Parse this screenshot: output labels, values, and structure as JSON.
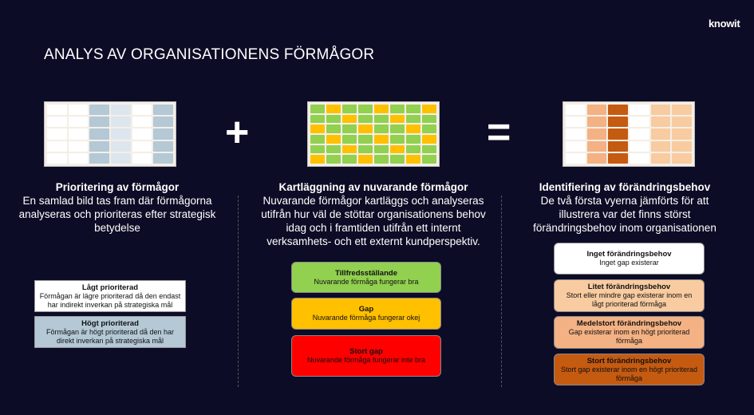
{
  "logo": "knowit",
  "title": "ANALYS AV ORGANISATIONENS FÖRMÅGOR",
  "operators": {
    "plus": "+",
    "equals": "="
  },
  "columns": [
    {
      "heading": "Prioritering av förmågor",
      "body": "En samlad bild tas fram där förmågorna analyseras och prioriteras efter strategisk betydelse",
      "legend": [
        {
          "title": "Lågt prioriterad",
          "text": "Förmågan är lägre prioriterad då den endast har indirekt inverkan på strategiska mål",
          "color": "#ffffff"
        },
        {
          "title": "Högt prioriterad",
          "text": "Förmågan är högt prioriterad då den har direkt inverkan på strategiska mål",
          "color": "#b4c8d6"
        }
      ]
    },
    {
      "heading": "Kartläggning av nuvarande förmågor",
      "body": "Nuvarande förmågor kartläggs och analyseras utifrån hur väl de stöttar organisationens behov idag och i framtiden utifrån ett internt verksamhets- och ett externt kundperspektiv.",
      "legend": [
        {
          "title": "Tillfredsställande",
          "text": "Nuvarande förmåga fungerar bra",
          "color": "#92d050"
        },
        {
          "title": "Gap",
          "text": "Nuvarande förmåga fungerar okej",
          "color": "#ffc000"
        },
        {
          "title": "Stort gap",
          "text": "Nuvarande förmåga fungerar inte bra",
          "color": "#ff0000"
        }
      ]
    },
    {
      "heading": "Identifiering av förändringsbehov",
      "body": "De två första vyerna jämförts för att illustrera var det finns störst förändringsbehov inom organisationen",
      "legend": [
        {
          "title": "Inget förändringsbehov",
          "text": "Inget gap existerar",
          "color": "#ffffff"
        },
        {
          "title": "Litet förändringsbehov",
          "text": "Stort eller mindre gap existerar inom en lågt prioriterad förmåga",
          "color": "#f8cba0"
        },
        {
          "title": "Medelstort förändringsbehov",
          "text": "Gap existerar inom en högt prioriterad förmåga",
          "color": "#f4b183"
        },
        {
          "title": "Stort förändringsbehov",
          "text": "Stort gap existerar inom en högt prioriterad förmåga",
          "color": "#c55a11"
        }
      ]
    }
  ]
}
